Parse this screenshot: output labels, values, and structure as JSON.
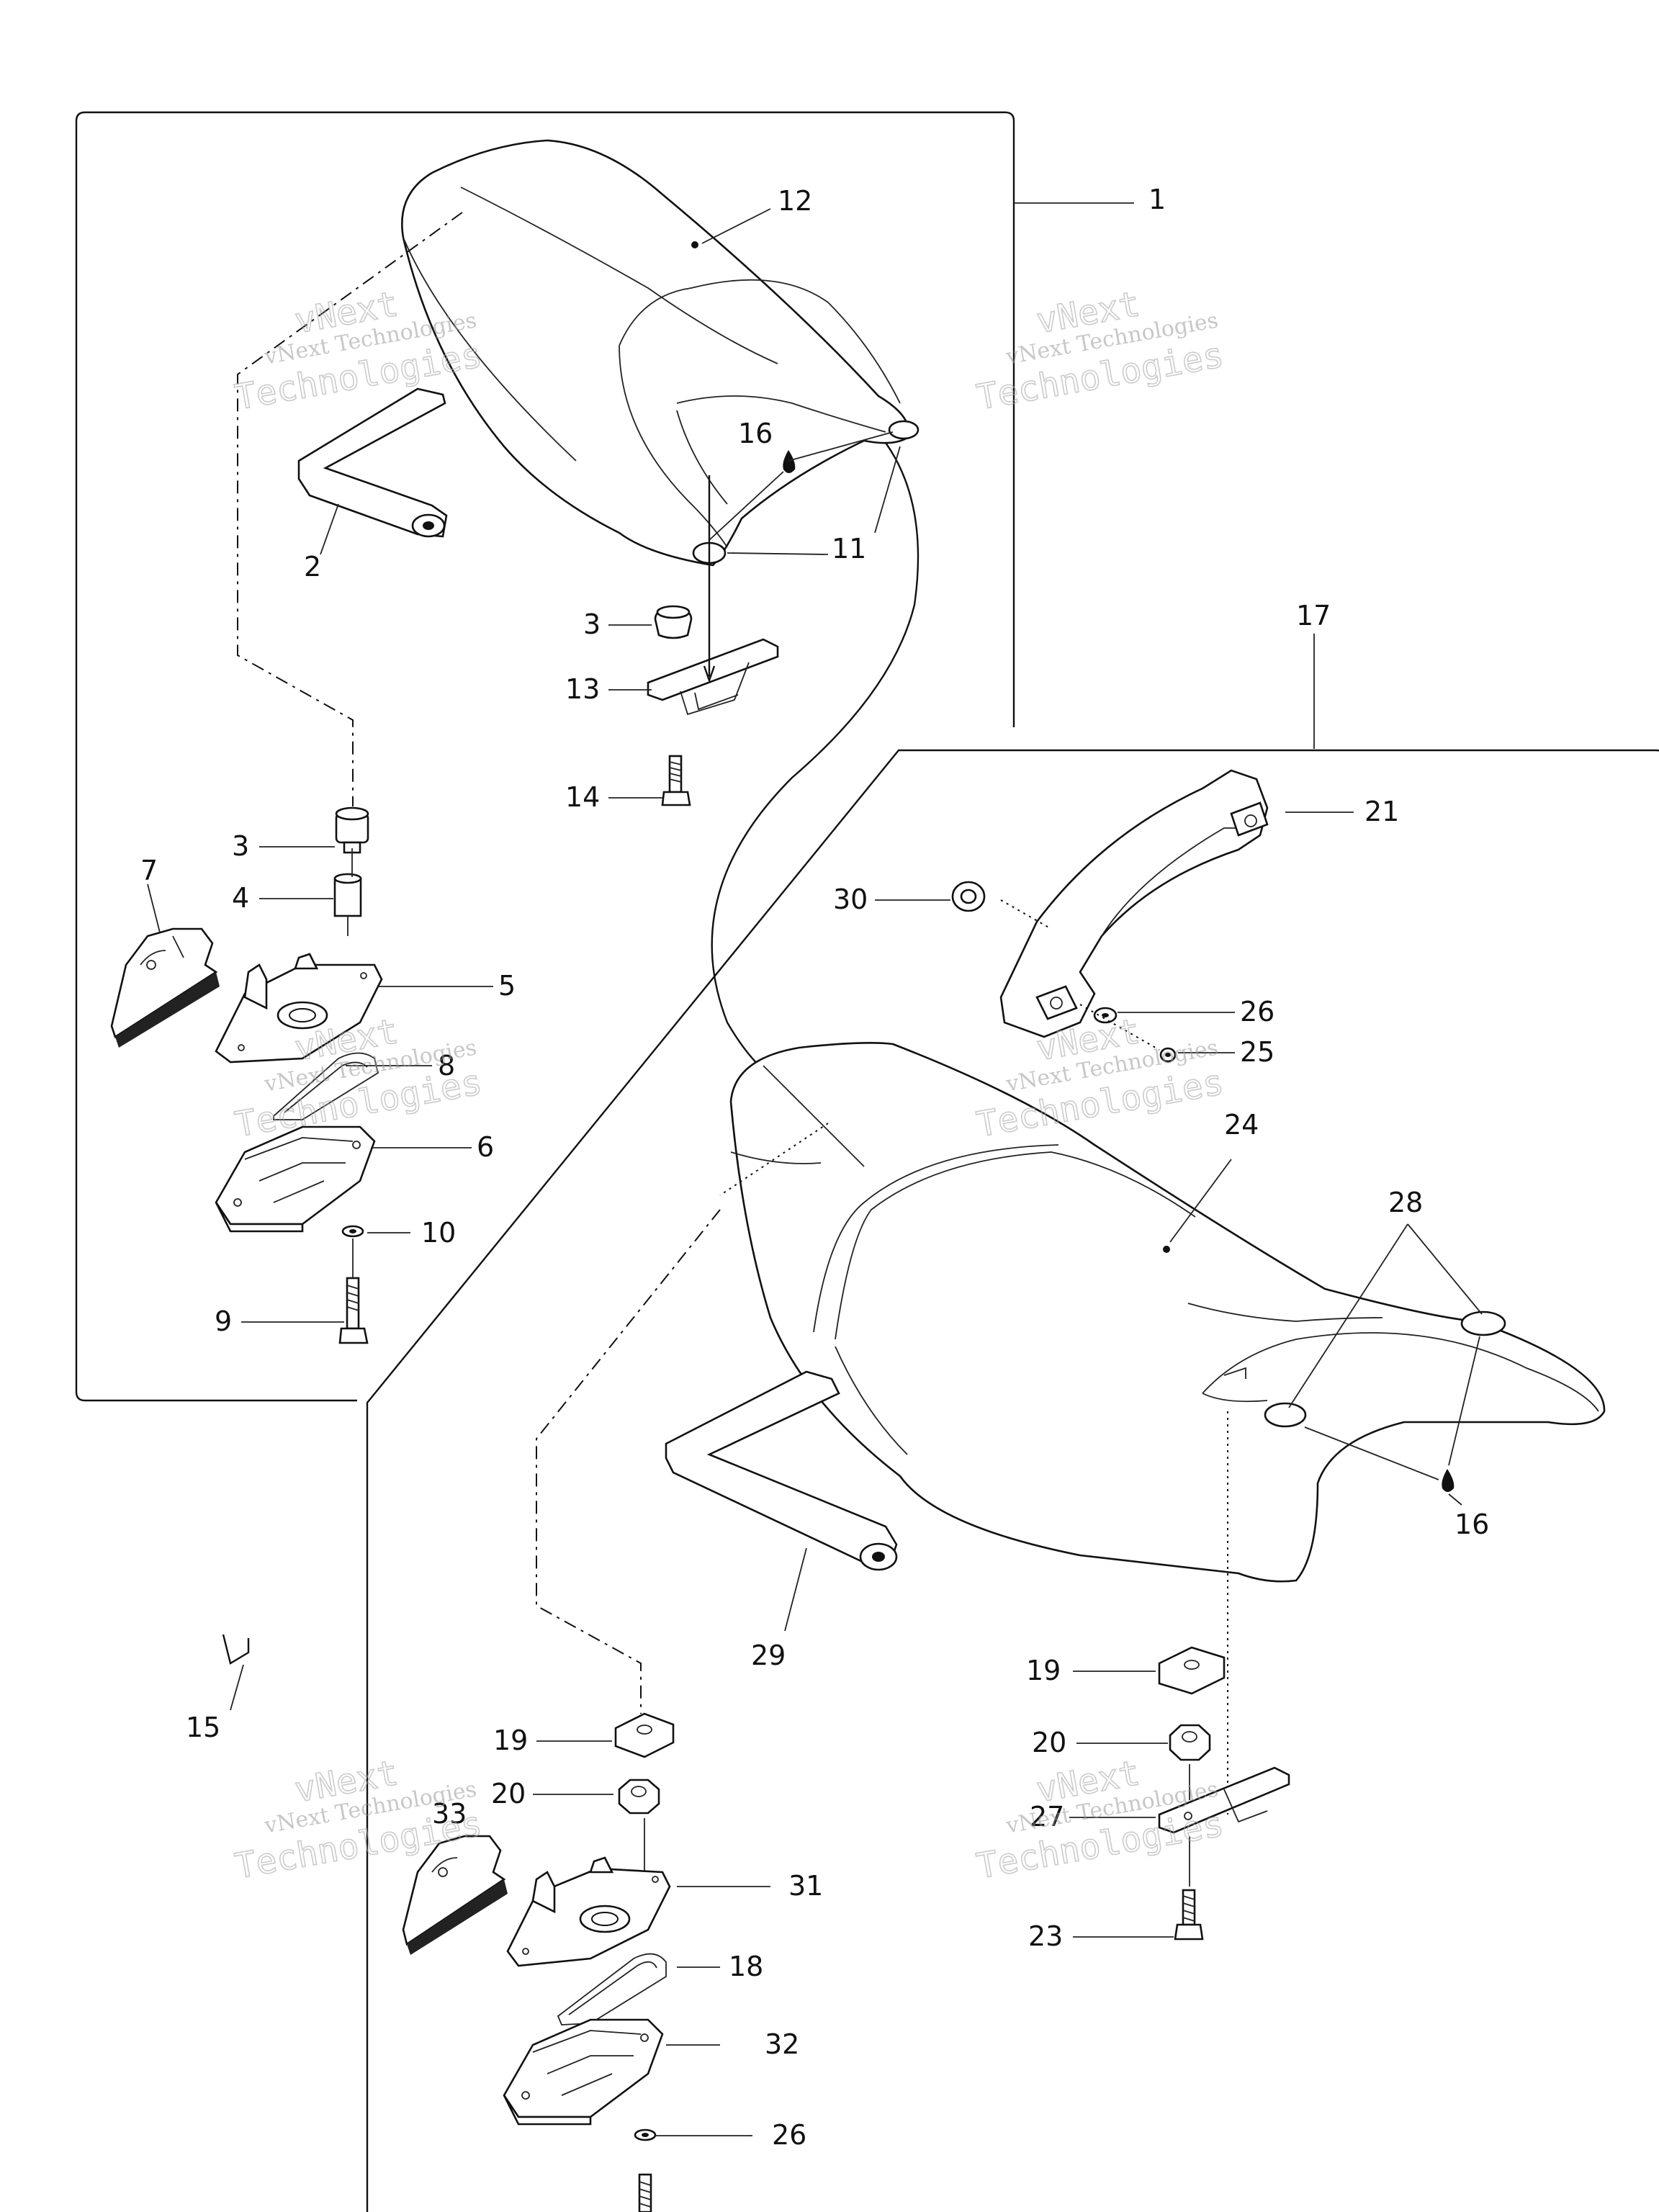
{
  "watermark": {
    "line1": "vNext Technologies",
    "line2": "Technologies",
    "line3": "vNext"
  },
  "callouts": {
    "c1": "1",
    "c2": "2",
    "c3a": "3",
    "c3b": "3",
    "c4": "4",
    "c5": "5",
    "c6": "6",
    "c7": "7",
    "c8": "8",
    "c9": "9",
    "c10": "10",
    "c11": "11",
    "c12": "12",
    "c13": "13",
    "c14": "14",
    "c15": "15",
    "c16a": "16",
    "c16b": "16",
    "c17": "17",
    "c18": "18",
    "c19a": "19",
    "c19b": "19",
    "c20a": "20",
    "c20b": "20",
    "c21": "21",
    "c23": "23",
    "c24": "24",
    "c25": "25",
    "c26a": "26",
    "c26b": "26",
    "c27": "27",
    "c28": "28",
    "c29": "29",
    "c30": "30",
    "c31": "31",
    "c32": "32",
    "c33": "33"
  }
}
